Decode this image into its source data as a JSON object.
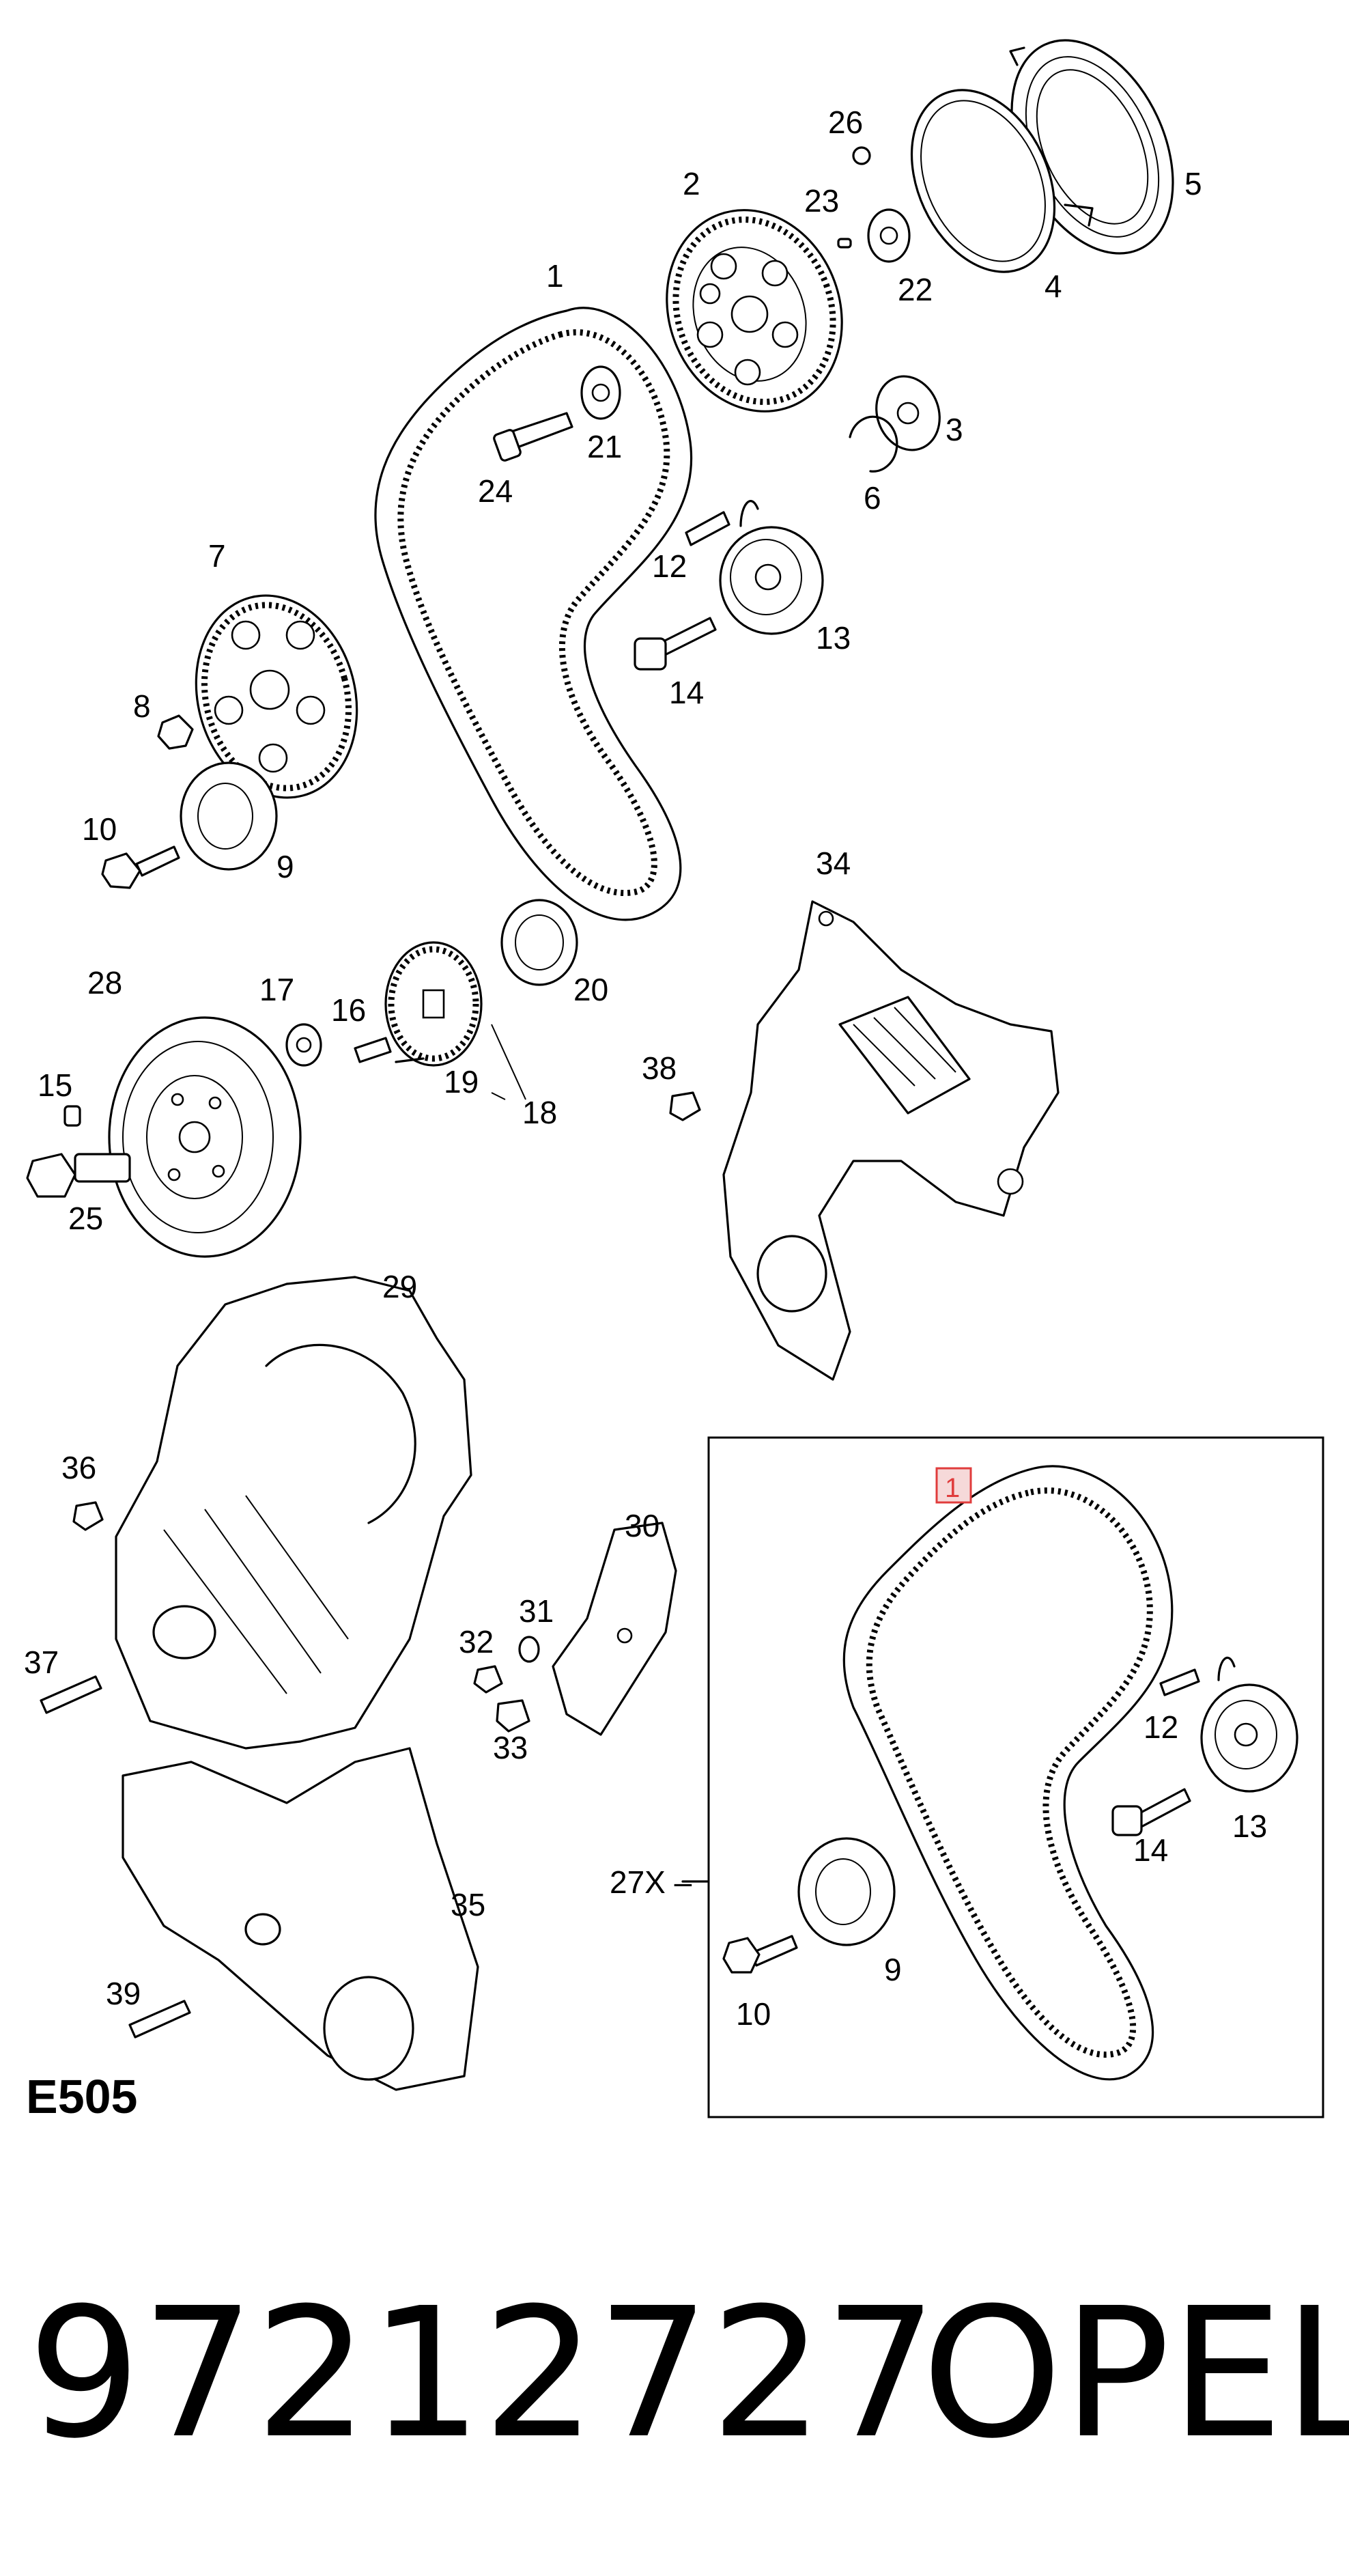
{
  "diagram": {
    "code": "E505",
    "callouts": [
      "1",
      "2",
      "3",
      "4",
      "5",
      "6",
      "7",
      "8",
      "9",
      "10",
      "12",
      "13",
      "14",
      "15",
      "16",
      "17",
      "18",
      "19",
      "20",
      "21",
      "22",
      "23",
      "24",
      "25",
      "26",
      "28",
      "29",
      "30",
      "31",
      "32",
      "33",
      "34",
      "35",
      "36",
      "37",
      "38",
      "39"
    ],
    "kit": {
      "label": "27X",
      "highlight": "1",
      "callouts": [
        "12",
        "13",
        "14",
        "9",
        "10"
      ],
      "highlight_color": "#e03c3c"
    }
  },
  "part_number": "97212727",
  "brand": "OPEL"
}
